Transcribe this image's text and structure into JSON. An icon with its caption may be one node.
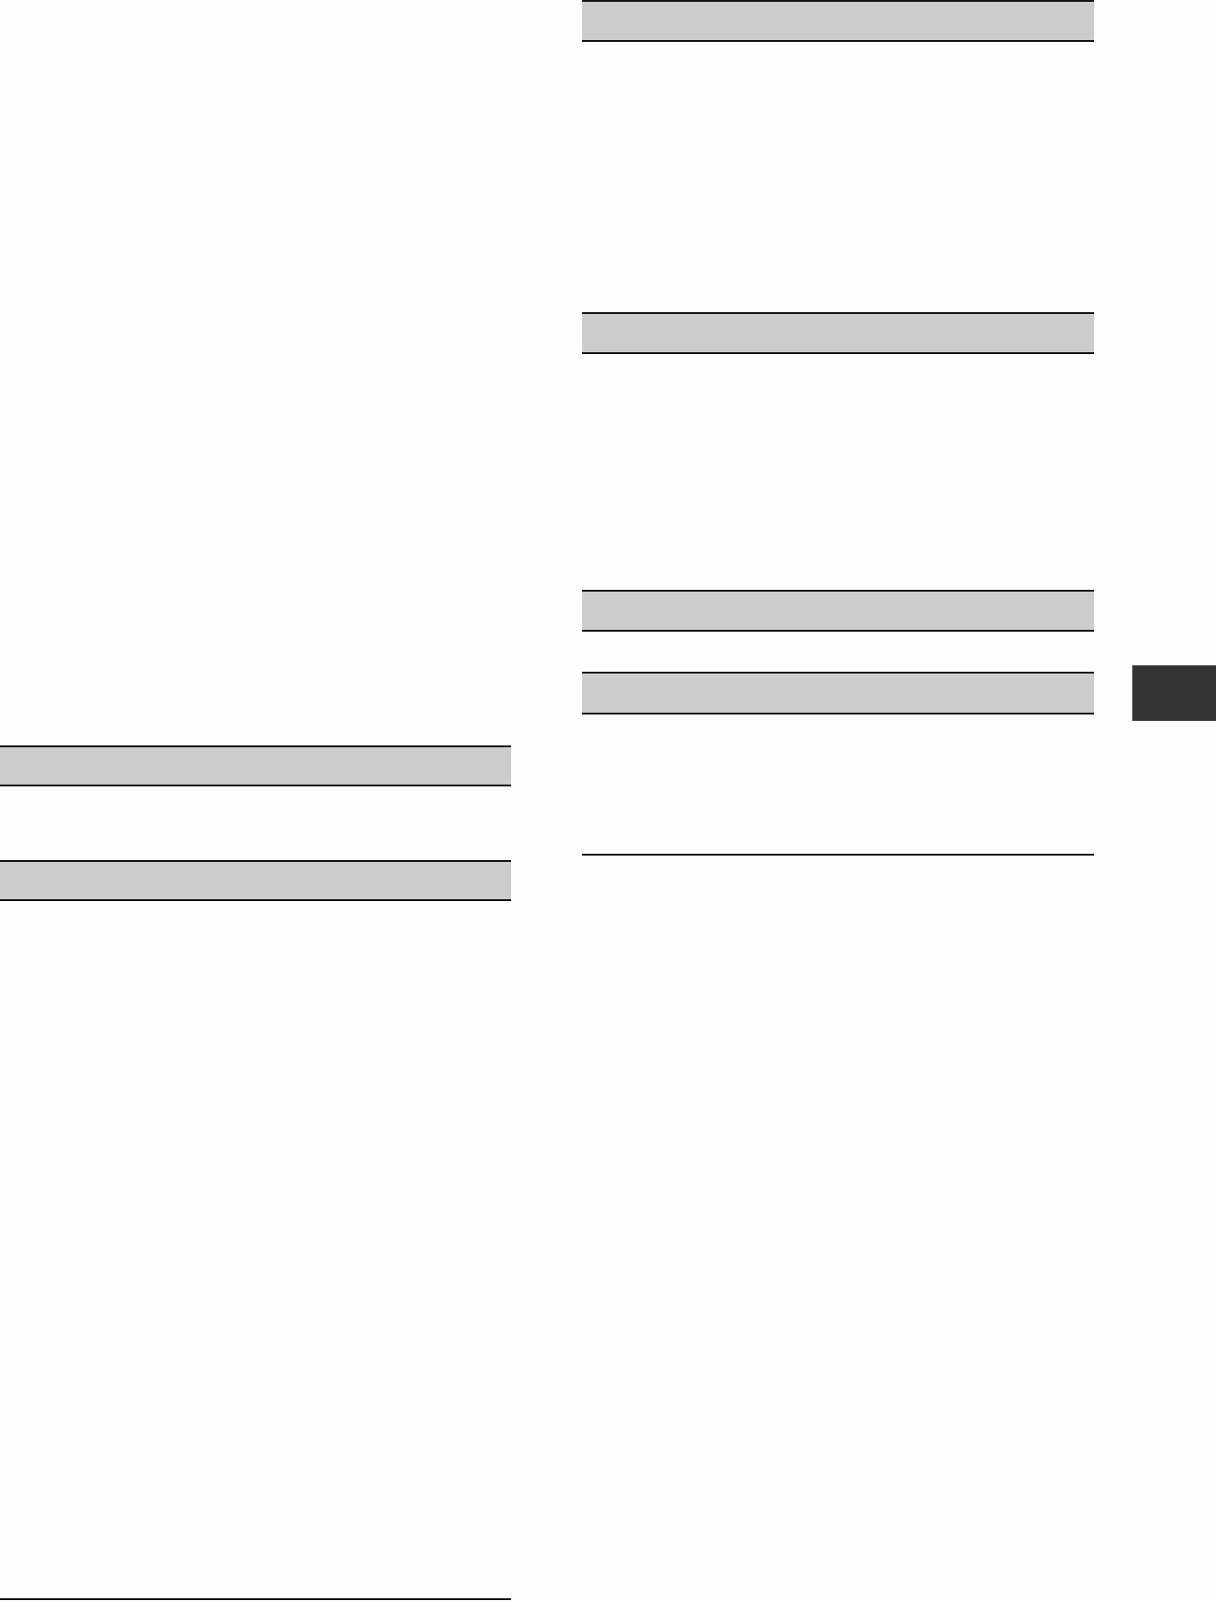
{
  "diagram": {
    "nodes": [
      {
        "text": [],
        "shape": "bar"
      },
      {
        "text": [],
        "shape": "bar"
      },
      {
        "text": [],
        "shape": "bar"
      },
      {
        "text": [],
        "shape": "bar"
      },
      {
        "text": [],
        "shape": "bar"
      },
      {
        "text": [],
        "shape": "bar"
      },
      {
        "text": [],
        "shape": "box"
      }
    ]
  }
}
